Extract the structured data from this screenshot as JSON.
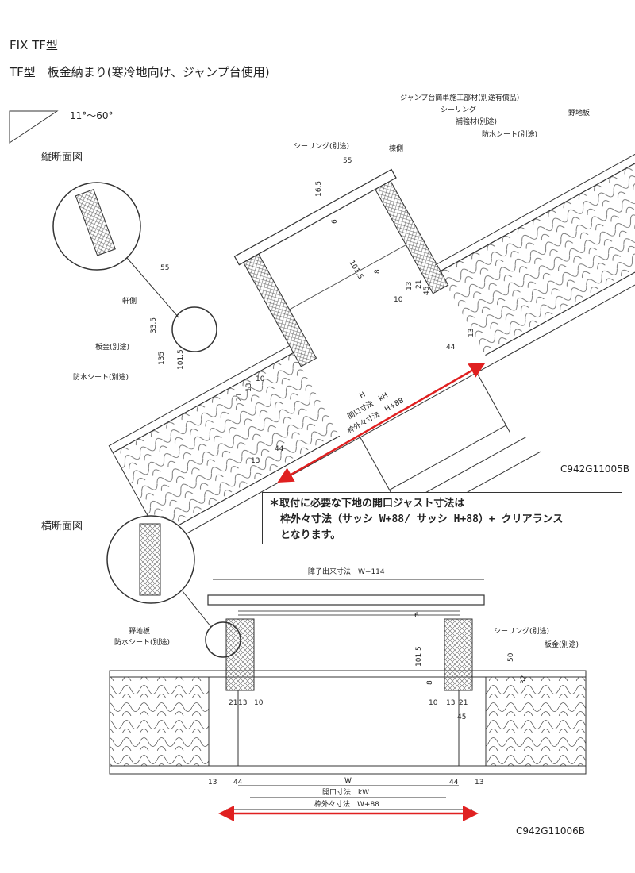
{
  "header": {
    "title": "FIX TF型",
    "subtitle": "TF型　板金納まり(寒冷地向け、ジャンプ台使用)"
  },
  "angle_label": "11°〜60°",
  "vertical_section": {
    "title": "縦断面図",
    "code": "C942G11005B",
    "labels": {
      "jump_parts": "ジャンプ台簡単施工部材(別途有償品)",
      "sealing": "シーリング",
      "reinforcement": "補強材(別途)",
      "waterproof_right": "防水シート(別途)",
      "roof_board": "野地板",
      "sealing_separate": "シーリング(別途)",
      "ridge_side": "棟側",
      "eave_side": "軒側",
      "sheet_metal": "板金(別途)",
      "waterproof_left": "防水シート(別途)"
    },
    "dims": {
      "d55_top": "55",
      "d16_5": "16.5",
      "d6": "6",
      "d101_5_top": "101.5",
      "d8": "8",
      "d21_top": "21",
      "d13_top": "13",
      "d10_top": "10",
      "d45": "45",
      "d44_top": "44",
      "d13_right": "13",
      "d55_left": "55",
      "d33_5": "33.5",
      "d135": "135",
      "d101_5_left": "101.5",
      "d10_left": "10",
      "d21_left": "21",
      "d13_left": "13",
      "d44_bottom": "44",
      "d13_bottom": "13",
      "H": "H",
      "kH": "開口寸法　kH",
      "H88": "枠外々寸法　H+88"
    }
  },
  "note": {
    "line1": "＊取付に必要な下地の開口ジャスト寸法は",
    "line2": "枠外々寸法（サッシ W+88/ サッシ H+88）+ クリアランス",
    "line3": "となります。"
  },
  "horizontal_section": {
    "title": "横断面図",
    "code": "C942G11006B",
    "labels": {
      "roof_board": "野地板",
      "waterproof": "防水シート(別途)",
      "sealing": "シーリング(別途)",
      "sheet_metal": "板金(別途)",
      "shoji": "障子出来寸法　W+114"
    },
    "dims": {
      "d6": "6",
      "d101_5": "101.5",
      "d50": "50",
      "d32": "32",
      "d8": "8",
      "d21_l": "21",
      "d13_l": "13",
      "d10_l": "10",
      "d10_r": "10",
      "d13_r": "13",
      "d21_r": "21",
      "d45": "45",
      "d13_bl": "13",
      "d44_bl": "44",
      "d44_br": "44",
      "d13_br": "13",
      "W": "W",
      "kW": "開口寸法　kW",
      "W88": "枠外々寸法　W+88"
    }
  },
  "colors": {
    "accent_arrow": "#e02020",
    "line": "#333333"
  }
}
